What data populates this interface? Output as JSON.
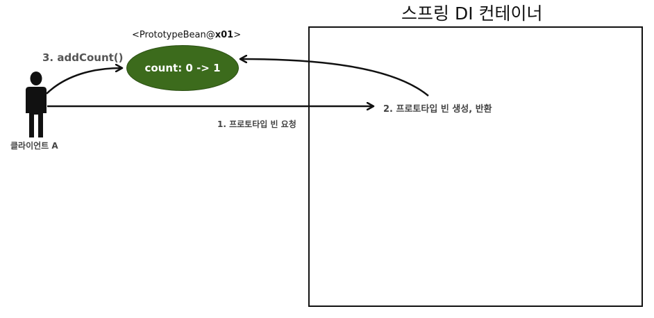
{
  "container": {
    "title": "스프링 DI 컨테이너"
  },
  "bean": {
    "header_prefix": "<PrototypeBean@",
    "header_id": "x01",
    "header_suffix": ">",
    "count_text": "count: 0 -> 1",
    "fill_color": "#3c6b1c"
  },
  "client": {
    "label": "클라이언트 A"
  },
  "steps": {
    "step1": "1. 프로토타입 빈 요청",
    "step2": "2. 프로토타입 빈 생성, 반환",
    "step3": "3. addCount()"
  }
}
